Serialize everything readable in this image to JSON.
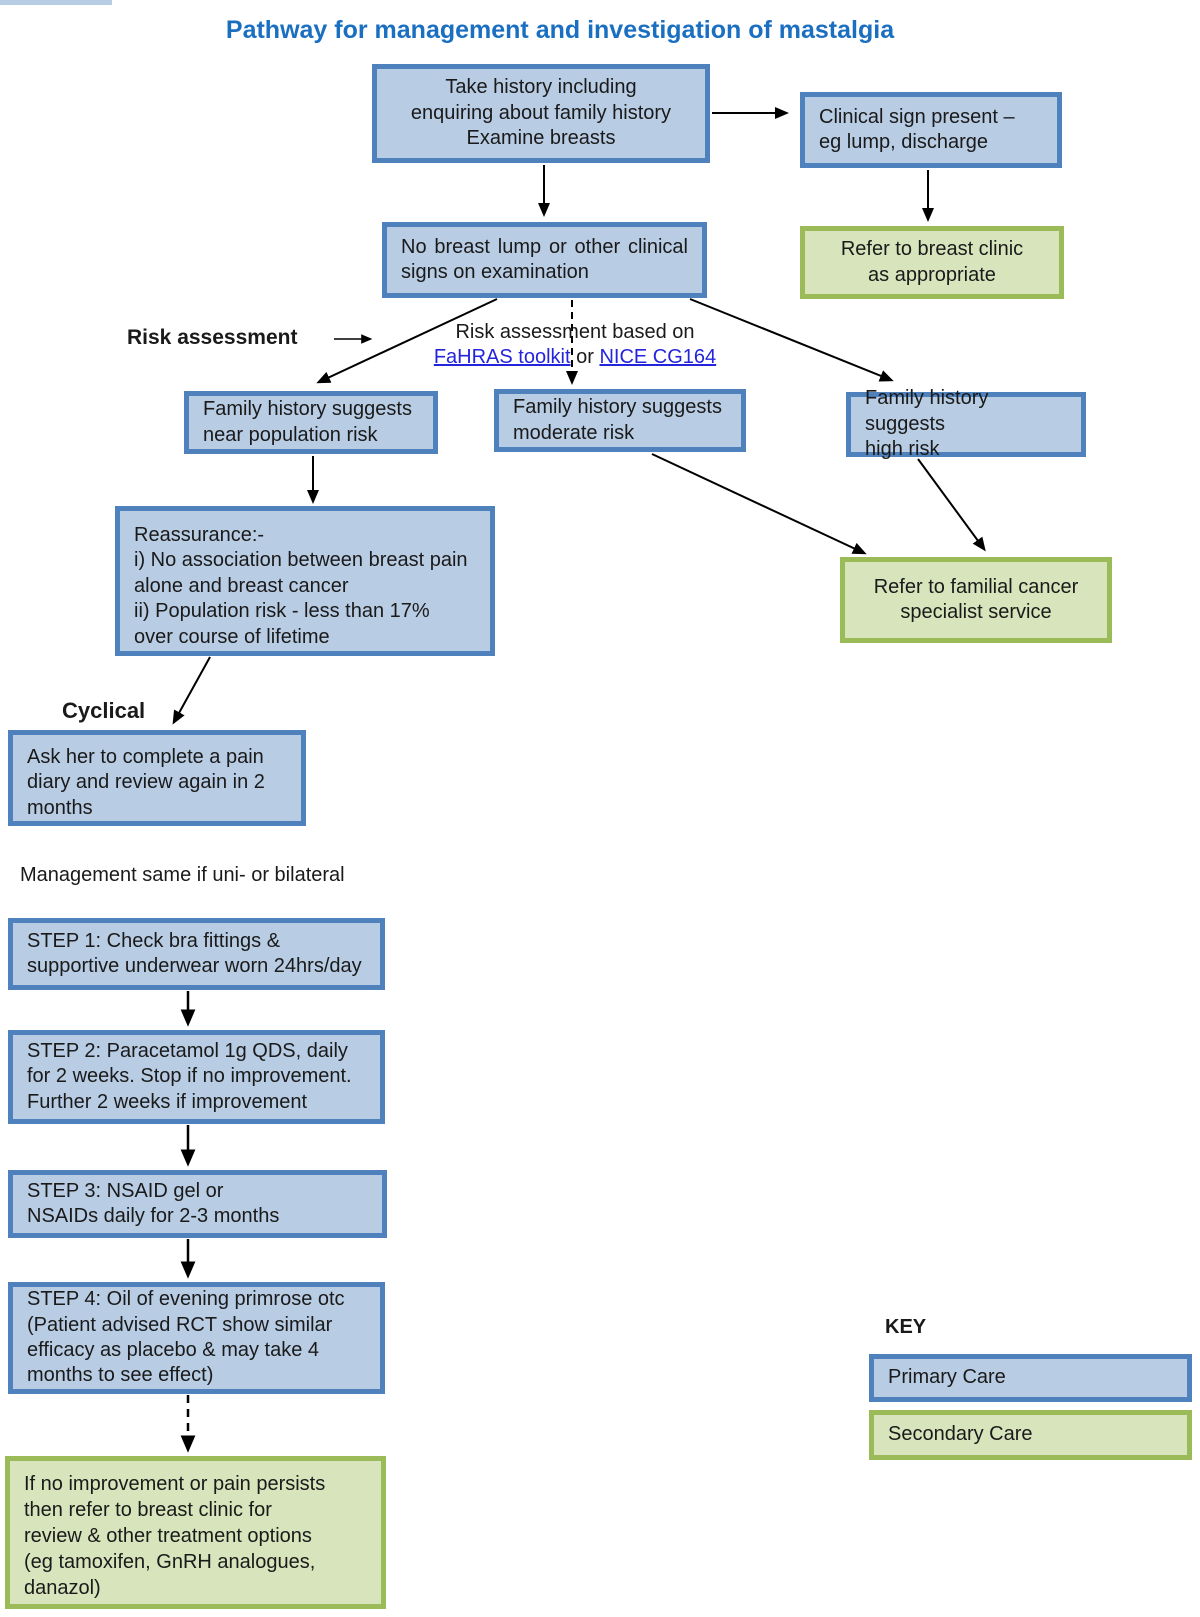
{
  "title": "Pathway for management and investigation of mastalgia",
  "colors": {
    "primary_fill": "#b8cce4",
    "primary_border": "#4f81bd",
    "secondary_fill": "#d7e4bc",
    "secondary_border": "#9bbb59",
    "title_color": "#1b6fc1",
    "link_color": "#2424dd",
    "arrow_color": "#000000"
  },
  "labels": {
    "risk_assessment": "Risk assessment",
    "risk_based_line1": "Risk assessment based on",
    "link_fahras": "FaHRAS toolkit",
    "or": "or",
    "link_nice": "NICE CG164",
    "cyclical": "Cyclical",
    "management_note": "Management same if uni- or bilateral",
    "key": "KEY",
    "key_primary": "Primary Care",
    "key_secondary": "Secondary Care"
  },
  "nodes": {
    "take_history": "Take history including\nenquiring about family history\nExamine breasts",
    "clinical_sign": "Clinical sign present –\neg lump, discharge",
    "refer_breast_clinic": "Refer to breast clinic\nas appropriate",
    "no_breast_lump": "No breast lump or other clinical signs on examination",
    "family_near": "Family history suggests\nnear population risk",
    "family_moderate": "Family history suggests\nmoderate risk",
    "family_high": "Family history suggests\nhigh risk",
    "reassurance": "Reassurance:-\ni) No association between breast pain\nalone and breast cancer\nii) Population risk - less than 17%\nover course of lifetime",
    "refer_familial": "Refer to familial cancer\nspecialist service",
    "pain_diary": "Ask her to complete a pain\ndiary and review again in 2\nmonths",
    "step1": "STEP 1: Check bra fittings &\nsupportive underwear worn 24hrs/day",
    "step2": "STEP 2: Paracetamol 1g QDS, daily\nfor 2 weeks. Stop if no improvement.\nFurther 2 weeks if improvement",
    "step3": "STEP 3: NSAID gel or\nNSAIDs daily for 2-3 months",
    "step4": "STEP 4: Oil of evening primrose otc\n(Patient advised RCT show similar\nefficacy as placebo & may take 4\nmonths to see effect)",
    "refer_no_improvement": "If no improvement or pain persists\nthen refer to breast clinic for\nreview & other treatment options\n(eg tamoxifen, GnRH analogues,\ndanazol)"
  }
}
